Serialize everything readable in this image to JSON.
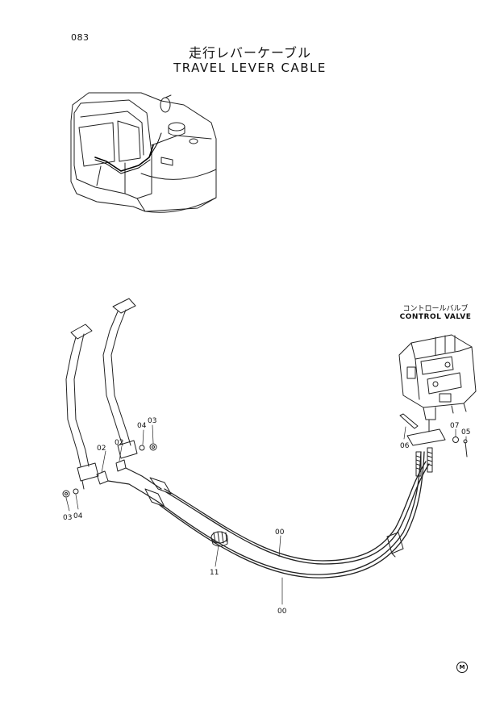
{
  "page": {
    "number": "083",
    "title_jp": "走行レバーケーブル",
    "title_en": "TRAVEL LEVER CABLE",
    "mark": "M"
  },
  "control_valve": {
    "label_jp": "コントロールバルブ",
    "label_en": "CONTROL VALVE"
  },
  "callouts": {
    "c00a": "00",
    "c00b": "00",
    "c02a": "02",
    "c02b": "02",
    "c03a": "03",
    "c03b": "03",
    "c04a": "04",
    "c04b": "04",
    "c05": "05",
    "c06": "06",
    "c07": "07",
    "c11": "11"
  }
}
